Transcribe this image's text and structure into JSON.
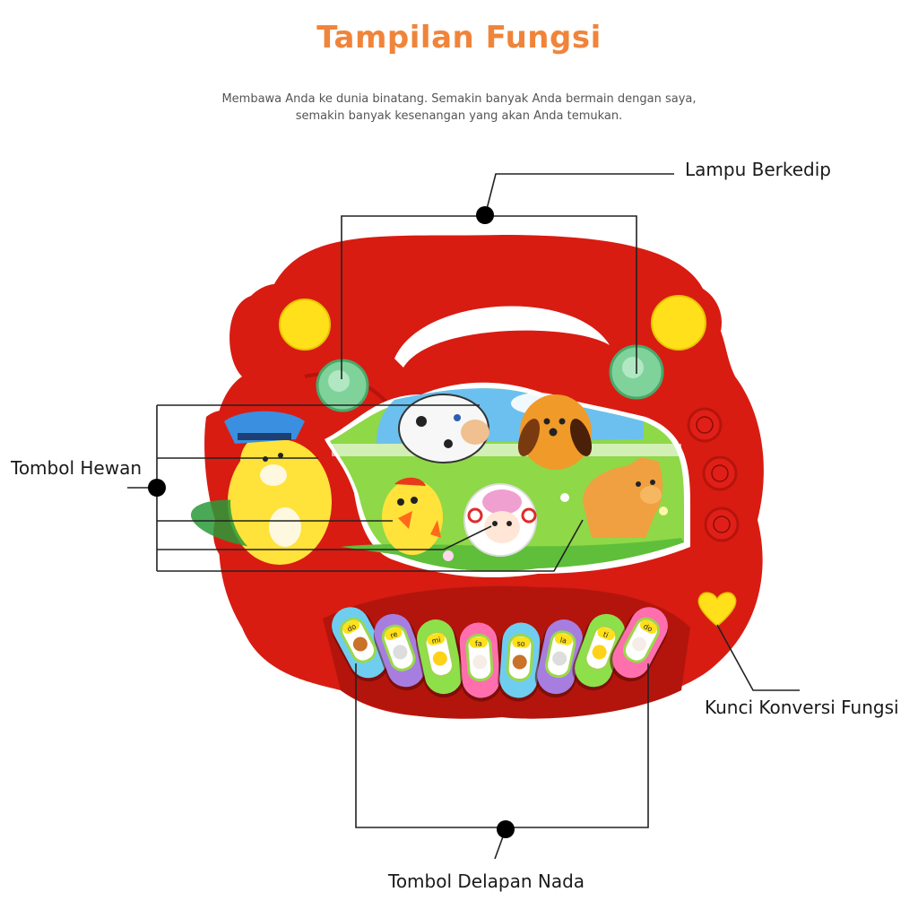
{
  "header": {
    "title": "Tampilan Fungsi",
    "subtitle_line1": "Membawa Anda ke dunia binatang. Semakin banyak Anda bermain dengan saya,",
    "subtitle_line2": "semakin banyak kesenangan yang akan Anda temukan."
  },
  "colors": {
    "title": "#f0843a",
    "toy_body": "#d81c12",
    "lights_yellow": "#ffe01a",
    "lights_green": "#7fd39a",
    "leader_line": "#222222"
  },
  "callouts": {
    "flashing_lights": "Lampu Berkedip",
    "animal_buttons": "Tombol Hewan",
    "function_switch": "Kunci Konversi Fungsi",
    "eight_note_buttons": "Tombol Delapan Nada"
  },
  "toy": {
    "animals": [
      "bear",
      "cow",
      "dog",
      "chick",
      "sheep",
      "horse"
    ],
    "keys": [
      {
        "note": "do",
        "color": "#6fcdf0",
        "animal": "dog"
      },
      {
        "note": "re",
        "color": "#a77ee0",
        "animal": "cow"
      },
      {
        "note": "mi",
        "color": "#8ee04a",
        "animal": "chick"
      },
      {
        "note": "fa",
        "color": "#ff6fae",
        "animal": "sheep"
      },
      {
        "note": "so",
        "color": "#6fcdf0",
        "animal": "dog"
      },
      {
        "note": "la",
        "color": "#a77ee0",
        "animal": "cow"
      },
      {
        "note": "ti",
        "color": "#8ee04a",
        "animal": "chick"
      },
      {
        "note": "do",
        "color": "#ff6fae",
        "animal": "sheep"
      }
    ],
    "side_buttons": 3,
    "function_switch_icon": "heart"
  }
}
